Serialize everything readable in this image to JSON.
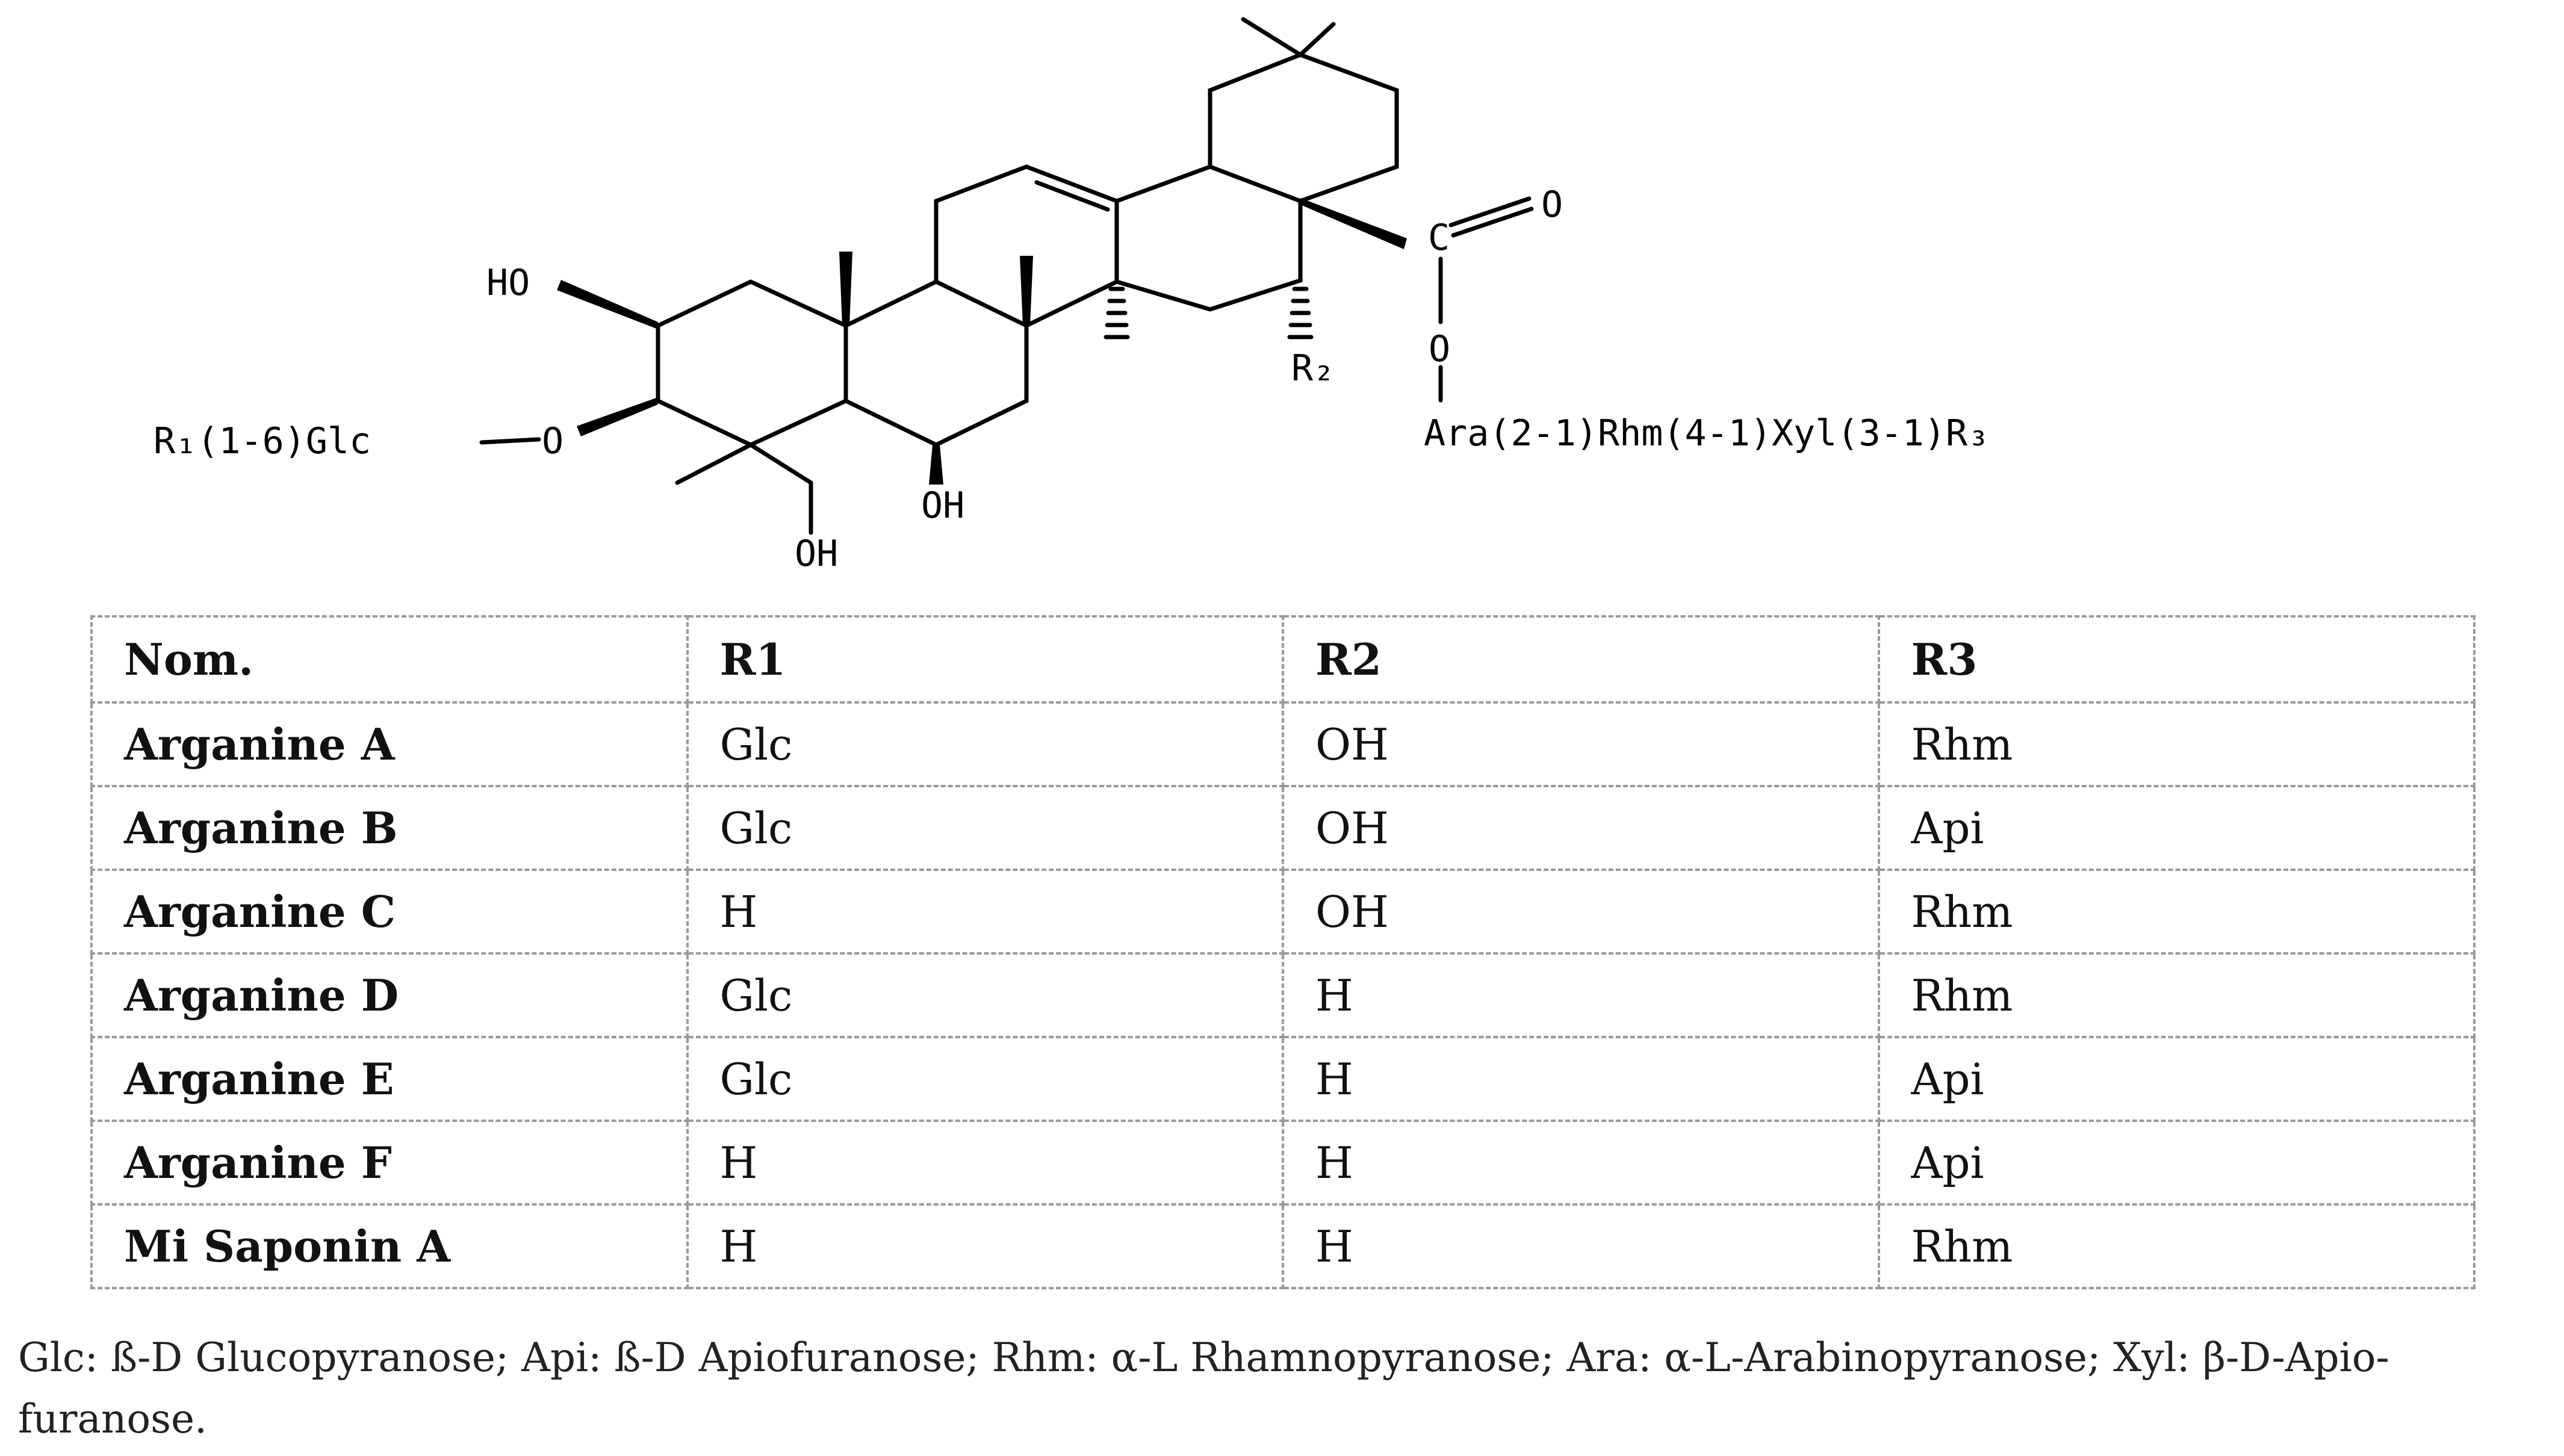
{
  "structure": {
    "labels": {
      "ho": "HO",
      "r1_chain": "R₁(1-6)Glc",
      "o_glc": "O",
      "oh_ring_b": "OH",
      "oh_ch2": "OH",
      "r2": "R₂",
      "c_carbonyl": "C",
      "o_keto": "O",
      "o_ester": "O",
      "sugar_chain": "Ara(2-1)Rhm(4-1)Xyl(3-1)R₃"
    }
  },
  "table": {
    "headers": [
      "Nom.",
      "R1",
      "R2",
      "R3"
    ],
    "rows": [
      {
        "name": "Arganine A",
        "r1": "Glc",
        "r2": "OH",
        "r3": "Rhm"
      },
      {
        "name": "Arganine B",
        "r1": "Glc",
        "r2": "OH",
        "r3": "Api"
      },
      {
        "name": "Arganine C",
        "r1": "H",
        "r2": "OH",
        "r3": "Rhm"
      },
      {
        "name": "Arganine D",
        "r1": "Glc",
        "r2": "H",
        "r3": "Rhm"
      },
      {
        "name": "Arganine E",
        "r1": "Glc",
        "r2": "H",
        "r3": "Api"
      },
      {
        "name": "Arganine F",
        "r1": "H",
        "r2": "H",
        "r3": "Api"
      },
      {
        "name": "Mi Saponin A",
        "r1": "H",
        "r2": "H",
        "r3": "Rhm"
      }
    ]
  },
  "caption": "Glc: ß-D Glucopyranose; Api: ß-D Apiofuranose; Rhm: α-L Rhamnopyranose; Ara: α-L-Arabinopyranose; Xyl: β-D-Apio-furanose."
}
